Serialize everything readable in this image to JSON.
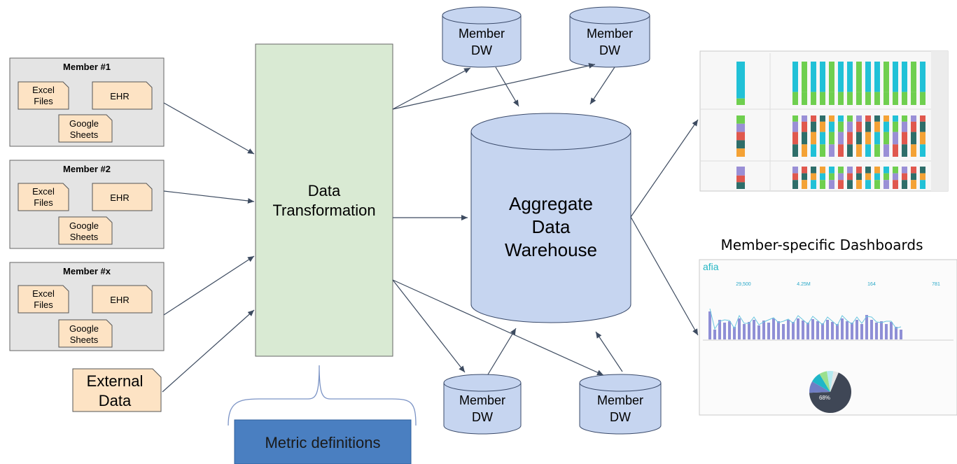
{
  "members": [
    {
      "title": "Member #1",
      "excel": [
        "Excel",
        "Files"
      ],
      "ehr": "EHR",
      "sheets": [
        "Google",
        "Sheets"
      ]
    },
    {
      "title": "Member #2",
      "excel": [
        "Excel",
        "Files"
      ],
      "ehr": "EHR",
      "sheets": [
        "Google",
        "Sheets"
      ]
    },
    {
      "title": "Member #x",
      "excel": [
        "Excel",
        "Files"
      ],
      "ehr": "EHR",
      "sheets": [
        "Google",
        "Sheets"
      ]
    }
  ],
  "external_data": [
    "External",
    "Data"
  ],
  "transformation": [
    "Data",
    "Transformation"
  ],
  "metric_definitions": "Metric definitions",
  "member_dw": [
    "Member",
    "DW"
  ],
  "aggregate": [
    "Aggregate",
    "Data",
    "Warehouse"
  ],
  "dashboards_caption": "Member-specific  Dashboards",
  "dashboard2": {
    "logo": "afia",
    "kpis": [
      "29,500",
      "4.25M",
      "164",
      "781"
    ],
    "pie_label": "68%"
  },
  "colors": {
    "member_box": "#e4e4e4",
    "doc_fill": "#fde3c4",
    "transform_fill": "#d9ead3",
    "cylinder_fill": "#c6d5f0",
    "cylinder_stroke": "#3a4a6a",
    "metric_fill": "#4a7fc1",
    "arrow": "#3d4b60"
  }
}
